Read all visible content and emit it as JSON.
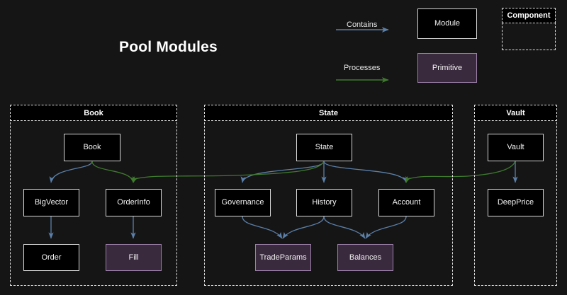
{
  "title": "Pool Modules",
  "colors": {
    "background": "#151515",
    "module_fill": "#000000",
    "module_border": "#d8d8d8",
    "primitive_fill": "#3a2a3e",
    "primitive_border": "#9b7fa8",
    "contains_edge": "#5b7fa8",
    "processes_edge": "#3f7a2e",
    "cluster_border": "#e0e0e0",
    "text": "#f2f2f2"
  },
  "legend": {
    "contains_label": "Contains",
    "processes_label": "Processes",
    "module_label": "Module",
    "primitive_label": "Primitive",
    "component_label": "Component"
  },
  "clusters": [
    {
      "id": "book",
      "label": "Book"
    },
    {
      "id": "state",
      "label": "State"
    },
    {
      "id": "vault",
      "label": "Vault"
    }
  ],
  "nodes": {
    "book": {
      "label": "Book",
      "type": "module"
    },
    "bigvector": {
      "label": "BigVector",
      "type": "module"
    },
    "orderinfo": {
      "label": "OrderInfo",
      "type": "module"
    },
    "order": {
      "label": "Order",
      "type": "module"
    },
    "fill": {
      "label": "Fill",
      "type": "primitive"
    },
    "state": {
      "label": "State",
      "type": "module"
    },
    "governance": {
      "label": "Governance",
      "type": "module"
    },
    "history": {
      "label": "History",
      "type": "module"
    },
    "account": {
      "label": "Account",
      "type": "module"
    },
    "tradeparams": {
      "label": "TradeParams",
      "type": "primitive"
    },
    "balances": {
      "label": "Balances",
      "type": "primitive"
    },
    "vault": {
      "label": "Vault",
      "type": "module"
    },
    "deepprice": {
      "label": "DeepPrice",
      "type": "module"
    }
  },
  "edges": [
    {
      "from": "book",
      "to": "bigvector",
      "kind": "contains"
    },
    {
      "from": "book",
      "to": "orderinfo",
      "kind": "processes"
    },
    {
      "from": "bigvector",
      "to": "order",
      "kind": "contains"
    },
    {
      "from": "orderinfo",
      "to": "fill",
      "kind": "contains"
    },
    {
      "from": "state",
      "to": "governance",
      "kind": "contains"
    },
    {
      "from": "state",
      "to": "history",
      "kind": "contains"
    },
    {
      "from": "state",
      "to": "account",
      "kind": "contains"
    },
    {
      "from": "state",
      "to": "orderinfo",
      "kind": "processes"
    },
    {
      "from": "governance",
      "to": "tradeparams",
      "kind": "contains"
    },
    {
      "from": "history",
      "to": "tradeparams",
      "kind": "contains"
    },
    {
      "from": "history",
      "to": "balances",
      "kind": "contains"
    },
    {
      "from": "account",
      "to": "balances",
      "kind": "contains"
    },
    {
      "from": "vault",
      "to": "deepprice",
      "kind": "contains"
    },
    {
      "from": "vault",
      "to": "account",
      "kind": "processes"
    }
  ]
}
